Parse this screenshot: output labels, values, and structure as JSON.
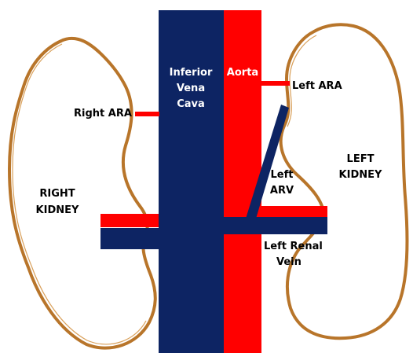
{
  "labels": {
    "ivc_line1": "Inferior",
    "ivc_line2": "Vena",
    "ivc_line3": "Cava",
    "aorta": "Aorta",
    "left_ara": "Left ARA",
    "right_ara": "Right ARA",
    "left_arv_line1": "Left",
    "left_arv_line2": "ARV",
    "left_kidney_line1": "LEFT",
    "left_kidney_line2": "KIDNEY",
    "right_kidney_line1": "RIGHT",
    "right_kidney_line2": "KIDNEY",
    "left_renal_vein_line1": "Left Renal",
    "left_renal_vein_line2": "Vein"
  },
  "colors": {
    "vein": "#0d2463",
    "artery": "#ff0000",
    "kidney_outline": "#b8752a"
  }
}
